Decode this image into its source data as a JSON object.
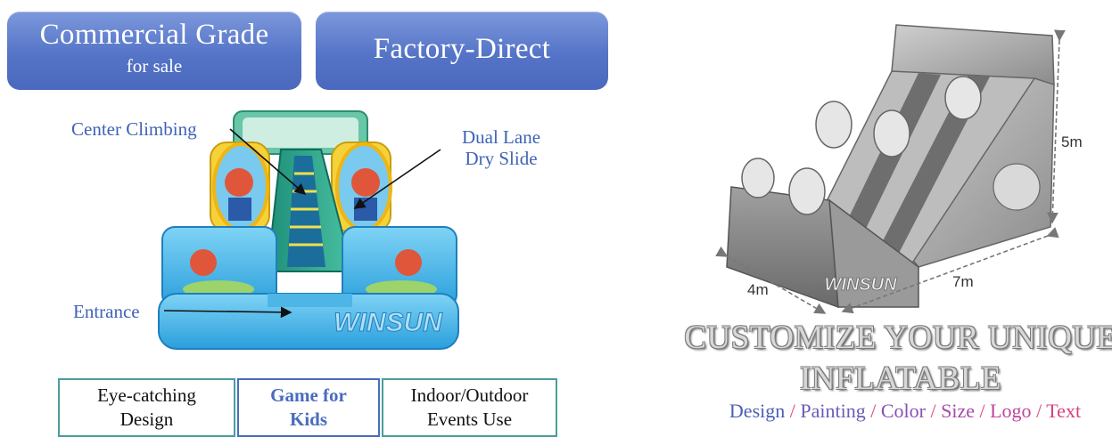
{
  "banners": {
    "commercial_title": "Commercial Grade",
    "commercial_sub": "for sale",
    "factory": "Factory-Direct"
  },
  "labels": {
    "center_climbing": "Center Climbing",
    "dual_lane_1": "Dual Lane",
    "dual_lane_2": "Dry Slide",
    "entrance": "Entrance"
  },
  "brand": "WINSUN",
  "dimensions": {
    "height": "5m",
    "length": "7m",
    "width": "4m"
  },
  "highlights": [
    {
      "line1": "Eye-catching",
      "line2": "Design"
    },
    {
      "line1": "Game for",
      "line2": "Kids"
    },
    {
      "line1": "Indoor/Outdoor",
      "line2": "Events Use"
    }
  ],
  "customize": {
    "line1": "CUSTOMIZE YOUR UNIQUE",
    "line2": "INFLATABLE"
  },
  "features": [
    {
      "text": "Design",
      "color": "#4a5fb5"
    },
    {
      "text": "Painting",
      "color": "#6a5db8"
    },
    {
      "text": "Color",
      "color": "#8a4fb0"
    },
    {
      "text": "Size",
      "color": "#a54aa8"
    },
    {
      "text": "Logo",
      "color": "#c2439a"
    },
    {
      "text": "Text",
      "color": "#d9407f"
    }
  ],
  "colors": {
    "banner": "#5574c7",
    "label": "#3f63b5",
    "box_border": "#4a9e9a",
    "separator": "#e0447a"
  }
}
